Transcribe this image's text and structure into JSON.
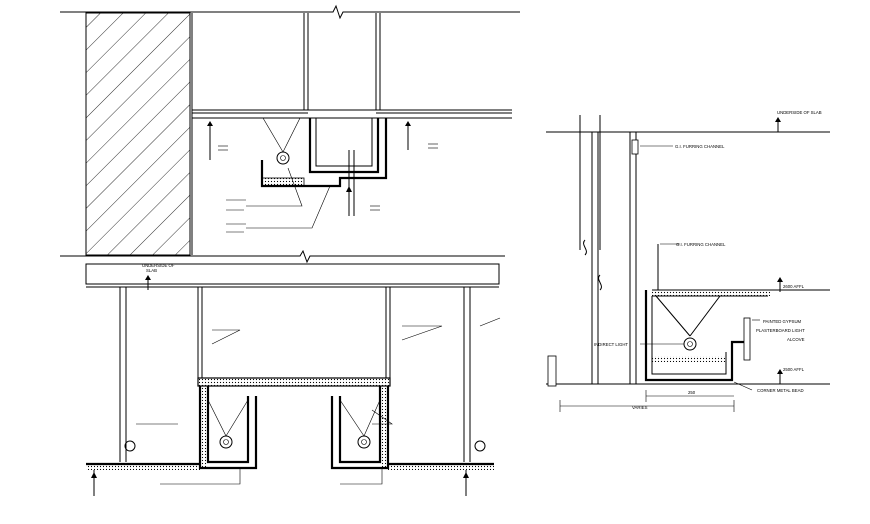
{
  "section_c": {
    "underside_of_slab": "UNDERSIDE OF SLAB",
    "gi_furring_channel_1": "G.I. FURRING CHANNEL",
    "gi_furring_channel_2": "G.I. FURRING CHANNEL",
    "level_1": "2600 AFFL",
    "level_2": "2500 AFFL",
    "painted_gypsum_1": "PAINTED GYPSUM",
    "painted_gypsum_2": "PLASTERBOARD LIGHT",
    "painted_gypsum_3": "ALCOVE",
    "indirect_light": "INDIRECT LIGHT",
    "corner_metal_bead": "CORNER METAL BEAD",
    "varies": "VARIES",
    "dim_small": "250"
  },
  "section_b": {
    "underside_of_slab_1": "UNDERSIDE OF",
    "underside_of_slab_2": "SLAB"
  }
}
